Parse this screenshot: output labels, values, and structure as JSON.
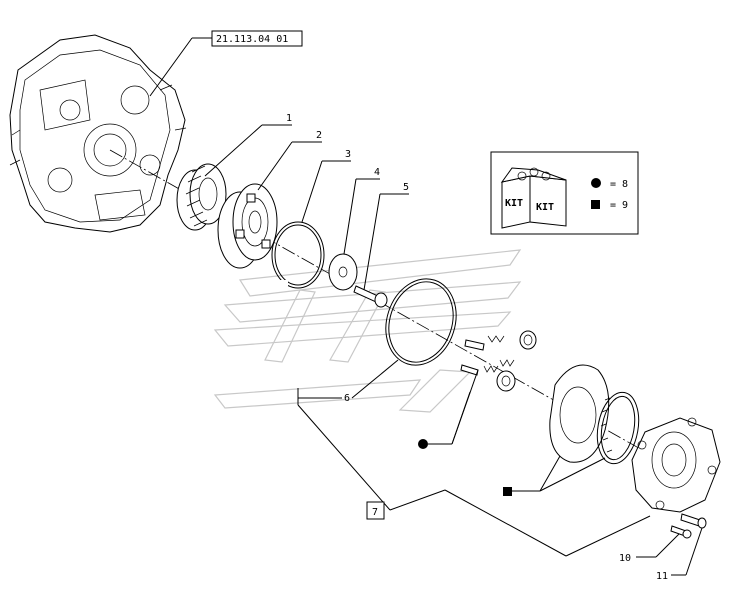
{
  "reference": "21.113.04 01",
  "callouts": [
    "1",
    "2",
    "3",
    "4",
    "5",
    "6",
    "7",
    "10",
    "11"
  ],
  "legend": {
    "kit_text": "KIT",
    "circle_entry": "= 8",
    "square_entry": "= 9"
  },
  "icons": {
    "circle_marker": "filled-circle-icon",
    "square_marker": "filled-square-icon"
  }
}
